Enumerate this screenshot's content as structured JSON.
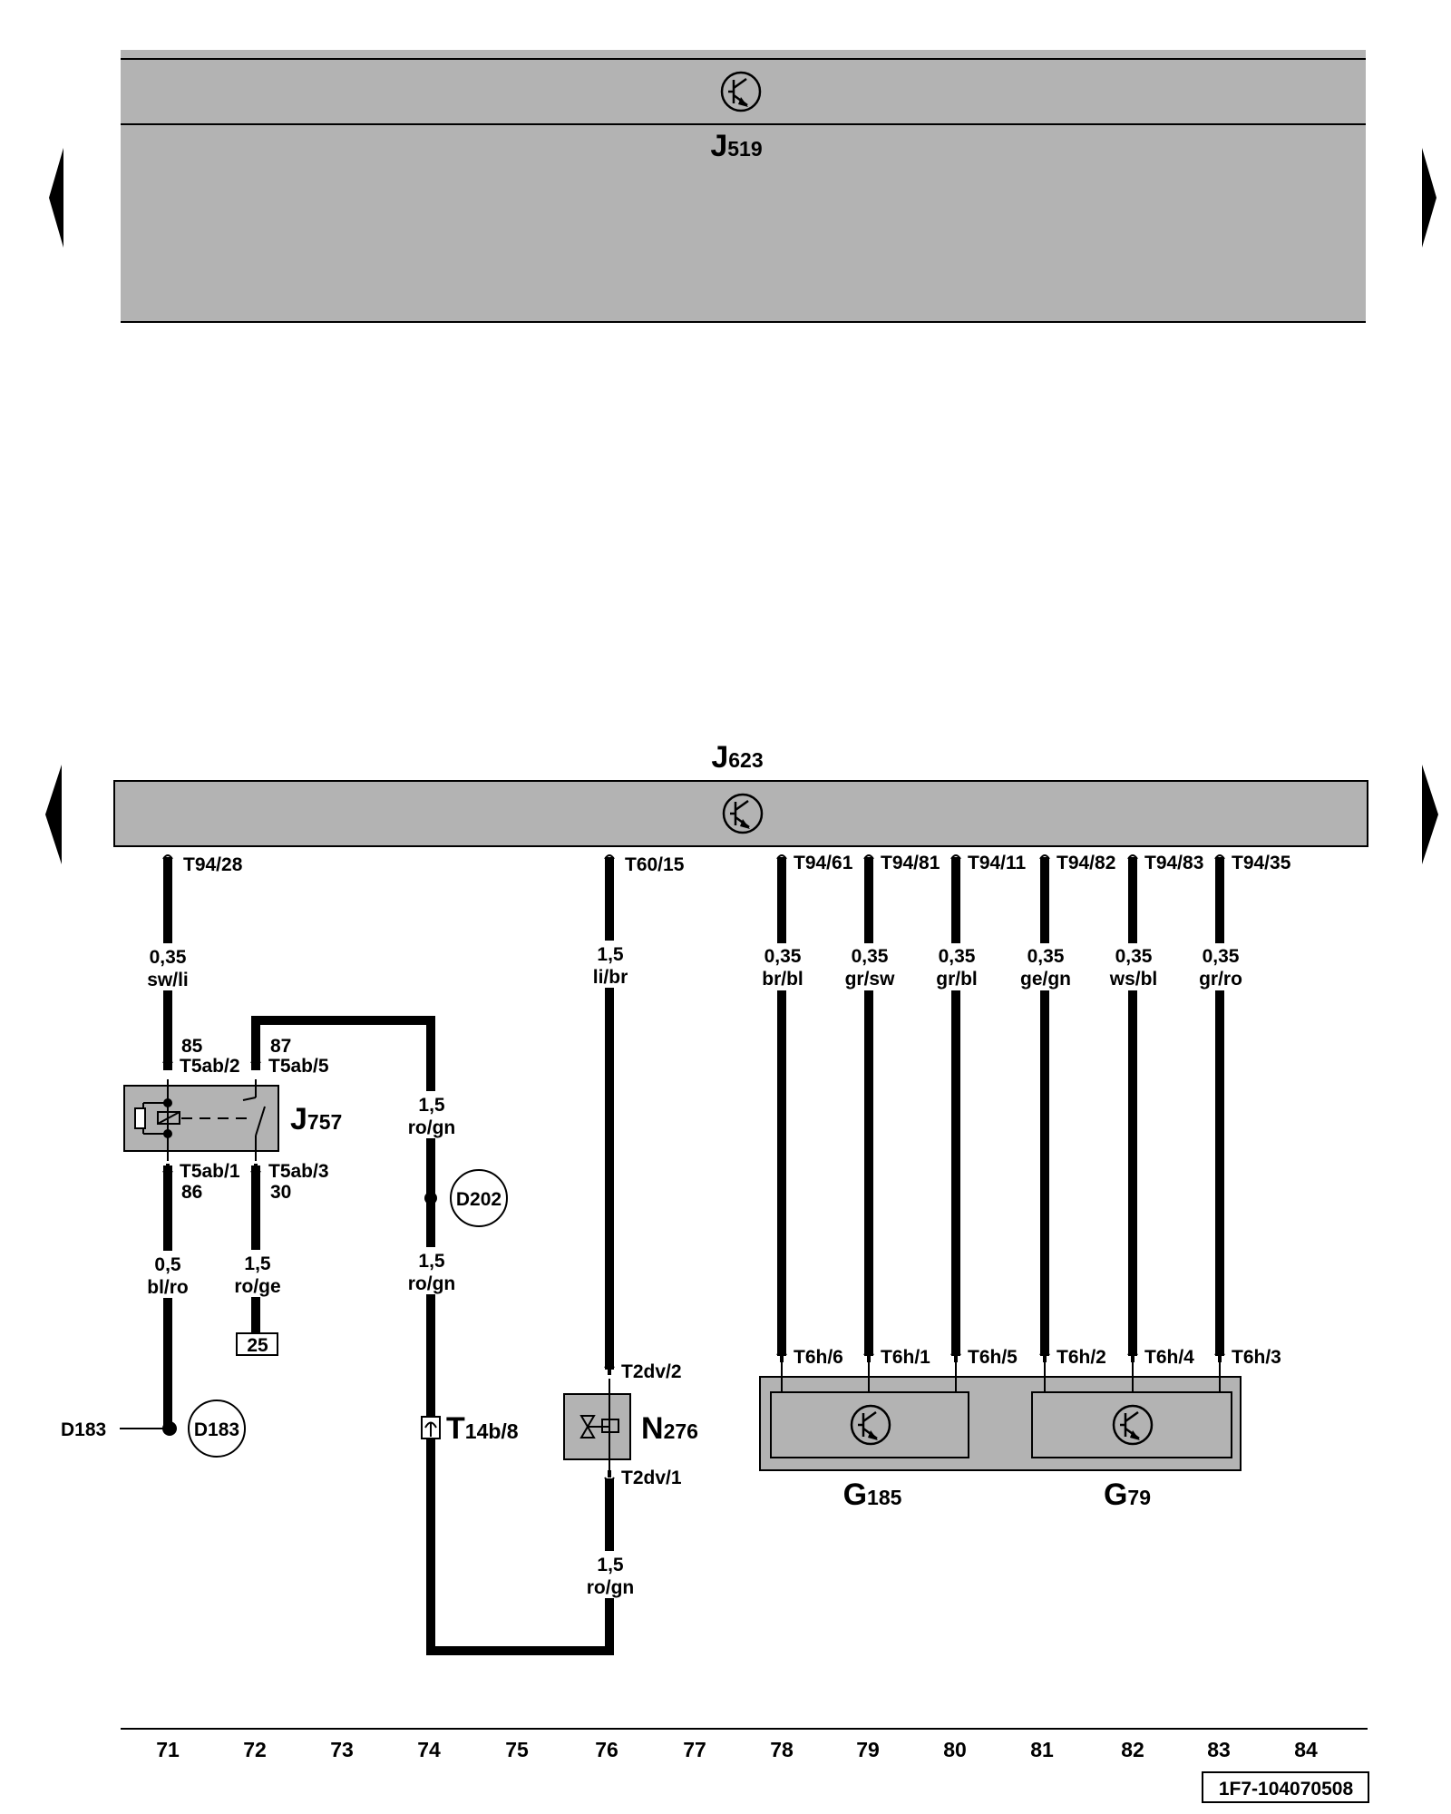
{
  "colors": {
    "module_fill": "#b3b3b3",
    "wire": "#000000",
    "background": "#ffffff"
  },
  "modules": {
    "top": {
      "name": "J",
      "sub": "519",
      "icon": "transistor-icon"
    },
    "bottom": {
      "name": "J",
      "sub": "623",
      "icon": "transistor-icon"
    }
  },
  "navigation": {
    "prev_icon": "triangle-left-icon",
    "next_icon": "triangle-right-icon"
  },
  "pins_j623": [
    "T94/28",
    "T60/15",
    "T94/61",
    "T94/81",
    "T94/11",
    "T94/82",
    "T94/83",
    "T94/35"
  ],
  "wires_top": [
    {
      "size": "0,35",
      "color": "sw/li"
    },
    {
      "size": "1,5",
      "color": "li/br"
    },
    {
      "size": "0,35",
      "color": "br/bl"
    },
    {
      "size": "0,35",
      "color": "gr/sw"
    },
    {
      "size": "0,35",
      "color": "gr/bl"
    },
    {
      "size": "0,35",
      "color": "ge/gn"
    },
    {
      "size": "0,35",
      "color": "ws/bl"
    },
    {
      "size": "0,35",
      "color": "gr/ro"
    }
  ],
  "relay": {
    "name": "J",
    "sub": "757",
    "pins": {
      "p85": "85",
      "p85_conn": "T5ab/2",
      "p87": "87",
      "p87_conn": "T5ab/5",
      "p86_conn": "T5ab/1",
      "p86": "86",
      "p30_conn": "T5ab/3",
      "p30": "30"
    }
  },
  "wires_relay": [
    {
      "size": "1,5",
      "color": "ro/gn"
    },
    {
      "size": "1,5",
      "color": "ro/gn"
    },
    {
      "size": "0,5",
      "color": "bl/ro"
    },
    {
      "size": "1,5",
      "color": "ro/ge"
    },
    {
      "size": "1,5",
      "color": "ro/gn"
    }
  ],
  "refs": {
    "fuse_ref": "25",
    "d183_label": "D183",
    "d183_circle": "D183",
    "d202_circle": "D202"
  },
  "connector_t14b": {
    "name": "T",
    "sub": "14b/8"
  },
  "valve": {
    "name": "N",
    "sub": "276",
    "conn_top": "T2dv/2",
    "conn_bottom": "T2dv/1"
  },
  "sensors": {
    "g185": {
      "name": "G",
      "sub": "185",
      "pins": [
        "T6h/6",
        "T6h/1",
        "T6h/5"
      ]
    },
    "g79": {
      "name": "G",
      "sub": "79",
      "pins": [
        "T6h/2",
        "T6h/4",
        "T6h/3"
      ]
    }
  },
  "columns": [
    "71",
    "72",
    "73",
    "74",
    "75",
    "76",
    "77",
    "78",
    "79",
    "80",
    "81",
    "82",
    "83",
    "84"
  ],
  "doc_id": "1F7-104070508"
}
